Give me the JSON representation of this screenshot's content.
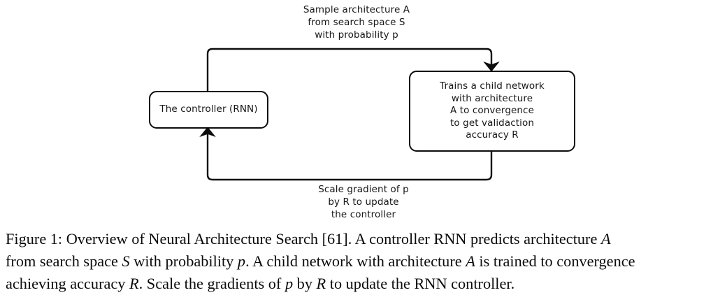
{
  "figure": {
    "nodes": [
      {
        "id": "controller",
        "label": "The controller (RNN)"
      },
      {
        "id": "child_network",
        "label": "Trains a child network\nwith architecture\nA to convergence\nto get validaction\naccuracy R"
      }
    ],
    "edges": [
      {
        "id": "sample",
        "from": "controller",
        "to": "child_network",
        "label": "Sample architecture A\nfrom search space S\nwith probability p"
      },
      {
        "id": "scale",
        "from": "child_network",
        "to": "controller",
        "label": "Scale gradient of p\nby R to update\nthe controller"
      }
    ],
    "stroke_color": "#0d0d0d",
    "background_color": "#ffffff"
  },
  "caption": {
    "lines": [
      [
        {
          "text": "Figure 1: Overview of Neural Architecture Search [61]. A controller RNN predicts architecture ",
          "style": "roman"
        },
        {
          "text": "A",
          "style": "math"
        }
      ],
      [
        {
          "text": "from search space ",
          "style": "roman"
        },
        {
          "text": "S",
          "style": "math"
        },
        {
          "text": " with probability ",
          "style": "roman"
        },
        {
          "text": "p",
          "style": "math"
        },
        {
          "text": ". A child network with architecture ",
          "style": "roman"
        },
        {
          "text": "A",
          "style": "math"
        },
        {
          "text": " is trained to convergence",
          "style": "roman"
        }
      ],
      [
        {
          "text": "achieving accuracy ",
          "style": "roman"
        },
        {
          "text": "R",
          "style": "math"
        },
        {
          "text": ". Scale the gradients of ",
          "style": "roman"
        },
        {
          "text": "p",
          "style": "math"
        },
        {
          "text": " by ",
          "style": "roman"
        },
        {
          "text": "R",
          "style": "math"
        },
        {
          "text": " to update the RNN controller.",
          "style": "roman"
        }
      ]
    ]
  }
}
